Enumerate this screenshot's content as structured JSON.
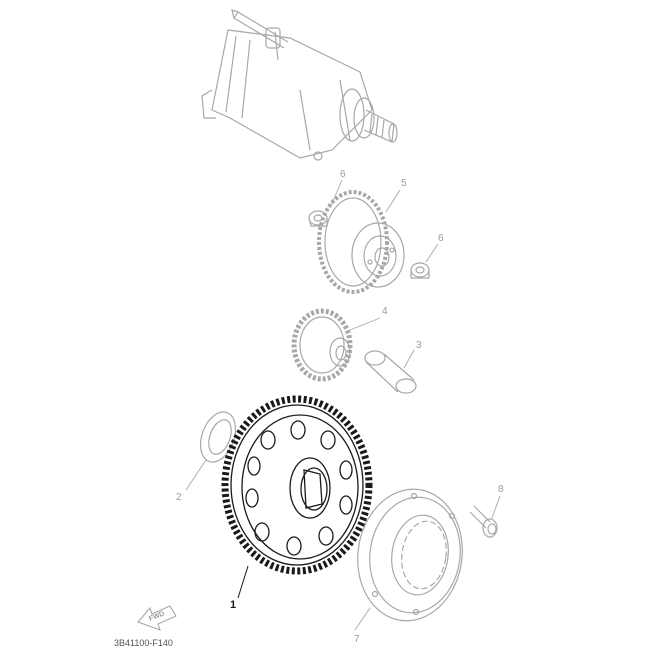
{
  "diagram": {
    "drawing_code": "3B41100-F140",
    "direction_arrow_text": "FWD",
    "callouts": [
      {
        "id": "c1",
        "label": "1"
      },
      {
        "id": "c2",
        "label": "2"
      },
      {
        "id": "c3",
        "label": "3"
      },
      {
        "id": "c4",
        "label": "4"
      },
      {
        "id": "c5",
        "label": "5"
      },
      {
        "id": "c6a",
        "label": "6"
      },
      {
        "id": "c6b",
        "label": "6"
      },
      {
        "id": "c7",
        "label": "7"
      },
      {
        "id": "c8",
        "label": "8"
      }
    ]
  },
  "colors": {
    "faded_line": "#a8a8a8",
    "dark_line": "#1a1a1a",
    "background": "#ffffff"
  }
}
